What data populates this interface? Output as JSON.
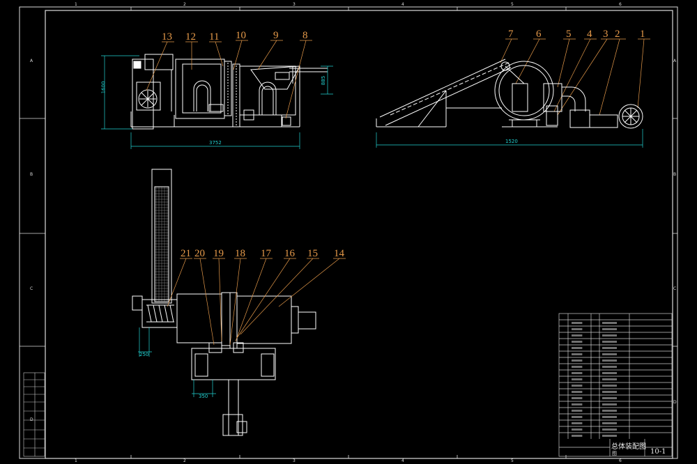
{
  "drawing": {
    "title": "总体装配图",
    "drawing_number": "10-1",
    "sheet_label": "图"
  },
  "part_numbers_top": [
    "13",
    "12",
    "11",
    "10",
    "9",
    "8",
    "7",
    "6",
    "5",
    "4",
    "3",
    "2",
    "1"
  ],
  "part_numbers_bottom": [
    "21",
    "20",
    "19",
    "18",
    "17",
    "16",
    "15",
    "14"
  ],
  "dimensions": {
    "front_height": "1600",
    "front_width": "3752",
    "right_height": "885",
    "side_width": "1520",
    "plan_left": "250",
    "plan_bottom": "350"
  },
  "border_numbers": {
    "top": [
      "1",
      "2",
      "3",
      "4",
      "5",
      "6"
    ],
    "bottom": [
      "1",
      "2",
      "3",
      "4",
      "5",
      "6"
    ],
    "left": [
      "A",
      "B",
      "C",
      "D"
    ],
    "right": [
      "A",
      "B",
      "C",
      "D"
    ]
  },
  "colors": {
    "background": "#000000",
    "lines": "#ffffff",
    "labels": "#e69a4a",
    "dimensions": "#22d3d3"
  }
}
